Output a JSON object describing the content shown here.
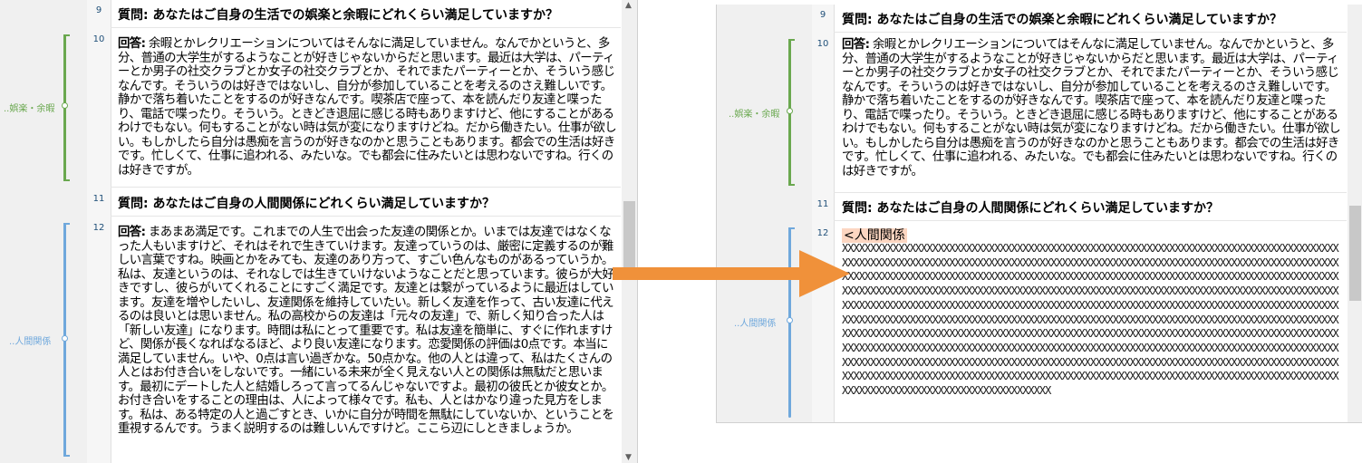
{
  "colors": {
    "code_green": "#6aa84f",
    "code_blue": "#6fa8dc",
    "arrow_orange": "#f0913a",
    "highlight": "#fcd6c1"
  },
  "left": {
    "line_9": "9",
    "line_10": "10",
    "line_11": "11",
    "line_12": "12",
    "code_leisure": "..娯楽・余暇",
    "code_relations": "..人間関係",
    "q9": "質問: あなたはご自身の生活での娯楽と余暇にどれくらい満足していますか？",
    "a10_label": "回答:",
    "a10": " 余暇とかレクリエーションについてはそんなに満足していません。なんでかというと、多分、普通の大学生がするようなことが好きじゃないからだと思います。最近は大学は、パーティーとか男子の社交クラブとか女子の社交クラブとか、それでまたパーティーとか、そういう感じなんです。そういうのは好きではないし、自分が参加していることを考えるのさえ難しいです。静かで落ち着いたことをするのが好きなんです。喫茶店で座って、本を読んだり友達と喋ったり、電話で喋ったり。そういう。ときどき退屈に感じる時もありますけど、他にすることがあるわけでもない。何もすることがない時は気が変になりますけどね。だから働きたい。仕事が欲しい。もしかしたら自分は愚痴を言うのが好きなのかと思うこともあります。都会での生活は好きです。忙しくて、仕事に追われる、みたいな。でも都会に住みたいとは思わないですね。行くのは好きですが。",
    "q11": "質問: あなたはご自身の人間関係にどれくらい満足していますか？",
    "a12_label": "回答:",
    "a12": " まあまあ満足です。これまでの人生で出会った友達の関係とか。いまでは友達ではなくなった人もいますけど、それはそれで生きていけます。友達っていうのは、厳密に定義するのが難しい言葉ですね。映画とかをみても、友達のあり方って、すごい色んなものがあるっていうか。私は、友達というのは、それなしでは生きていけないようなことだと思っています。彼らが大好きですし、彼らがいてくれることにすごく満足です。友達とは繋がっているように最近はしています。友達を増やしたいし、友達関係を維持していたい。新しく友達を作って、古い友達に代えるのは良いとは思いません。私の高校からの友達は「元々の友達」で、新しく知り合った人は「新しい友達」になります。時間は私にとって重要です。私は友達を簡単に、すぐに作れますけど、関係が長くなればなるほど、より良い友達になります。恋愛関係の評価は0点です。本当に満足していません。いや、0点は言い過ぎかな。50点かな。他の人とは違って、私はたくさんの人とはお付き合いをしないです。一緒にいる未来が全く見えない人との関係は無駄だと思います。最初にデートした人と結婚しろって言ってるんじゃないですよ。最初の彼氏とか彼女とか。お付き合いをすることの理由は、人によって様々です。私も、人とはかなり違った見方をします。私は、ある特定の人と過ごすとき、いかに自分が時間を無駄にしていないか、ということを重視するんです。うまく説明するのは難しいんですけど。ここら辺にしときましょうか。"
  },
  "right": {
    "line_9": "9",
    "line_10": "10",
    "line_11": "11",
    "line_12": "12",
    "code_leisure": "..娯楽・余暇",
    "code_relations": "..人間関係",
    "q9": "質問: あなたはご自身の生活での娯楽と余暇にどれくらい満足していますか？",
    "a10_label": "回答:",
    "a10": " 余暇とかレクリエーションについてはそんなに満足していません。なんでかというと、多分、普通の大学生がするようなことが好きじゃないからだと思います。最近は大学は、パーティーとか男子の社交クラブとか女子の社交クラブとか、それでまたパーティーとか、そういう感じなんです。そういうのは好きではないし、自分が参加していることを考えるのさえ難しいです。静かで落ち着いたことをするのが好きなんです。喫茶店で座って、本を読んだり友達と喋ったり、電話で喋ったり。そういう。ときどき退屈に感じる時もありますけど、他にすることがあるわけでもない。何もすることがない時は気が変になりますけどね。だから働きたい。仕事が欲しい。もしかしたら自分は愚痴を言うのが好きなのかと思うこともあります。都会での生活は好きです。忙しくて、仕事に追われる、みたいな。でも都会に住みたいとは思わないですね。行くのは好きですが。",
    "q11": "質問: あなたはご自身の人間関係にどれくらい満足していますか？",
    "tag": "<人間関係",
    "masked": "XXXXXXXXXXXXXXXXXXXXXXXXXXXXXXXXXXXXXXXXXXXXXXXXXXXXXXXXXXXXXXXXXXXXXXXXXXXXXXXXXXXXXXXXXXXXXXXXXXXXXXXXXXXXXXXXXXXXXXXXXXXXXXXXXXXXXXXXXXXXXXXXXXXXXXXXXXXXXXXXXXXXXXXXXXXXXXXXXXXXXXXXXXXXXXXXXXXXXXXXXXXXXXXXXXXXXXXXXXXXXXXXXXXXXXXXXXXXXXXXXXXXXXXXXXXXXXXXXXXXXXXXXXXXXXXXXXXXXXXXXXXXXXXXXXXXXXXXXXXXXXXXXXXXXXXXXXXXXXXXXXXXXXXXXXXXXXXXXXXXXXXXXXXXXXXXXXXXXXXXXXXXXXXXXXXXXXXXXXXXXXXXXXXXXXXXXXXXXXXXXXXXXXXXXXXXXXXXXXXXXXXXXXXXXXXXXXXXXXXXXXXXXXXXXXXXXXXXXXXXXXXXXXXXXXXXXXXXXXXXXXXXXXXXXXXXXXXXXXXXXXXXXXXXXXXXXXXXXXXXXXXXXXXXXXXXXXXXXXXXXXXXXXXXXXXXXXXXXXXXXXXXXXXXXXXXXXXXXXXXXXXXXXXXXXXXXXXXXXXXXXXXXXXXXXXXXXXXXXXXXXXXXXXXXXXXXXXXXXXXXXXXXXXXXXXXXXXXXXXXXXXXXXXXXXXXXXXXXXXXXXXXXXXXXXXXXXXXXXXXXXXXXXXXXXXXXXXXXXXXXXXXXXXXXXXXXXXXXXXXXXXXXXXXXXXXXXXXXXXXXXXXXXXXXXXXXXXXXXXXXXXXXXXXXXXXXXXXXXXXXXXXXXXXXXXXXXXXXXXXXXXXXXXXXXXXXXXXXXXXXXXXXXXXXXXXXXXXXXXXXXXXXXXXXXXXXXXXXXXXXXXXXXXXXXXXXXXXXXXXXXXXXXXXXXXXXXXXX"
  }
}
